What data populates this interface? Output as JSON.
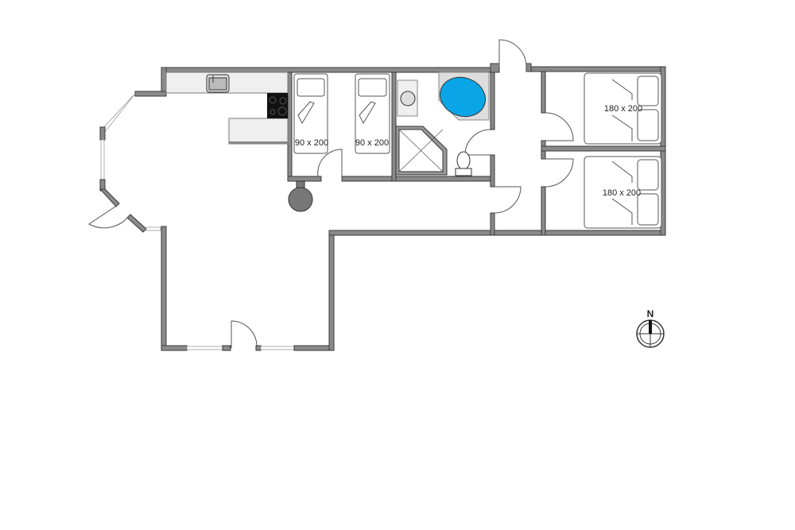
{
  "rooms": {
    "bedroom_1": {
      "bed_label": "90 x 200"
    },
    "bedroom_2": {
      "bed_label": "90 x 200"
    },
    "bedroom_3": {
      "bed_label": "180 x 200"
    },
    "bedroom_4": {
      "bed_label": "180 x 200"
    }
  },
  "compass": {
    "label": "N"
  },
  "colors": {
    "wall": "#8a8a8a",
    "bathtub": "#0aa5e6",
    "stove": "#111111",
    "counter": "#efefef"
  }
}
